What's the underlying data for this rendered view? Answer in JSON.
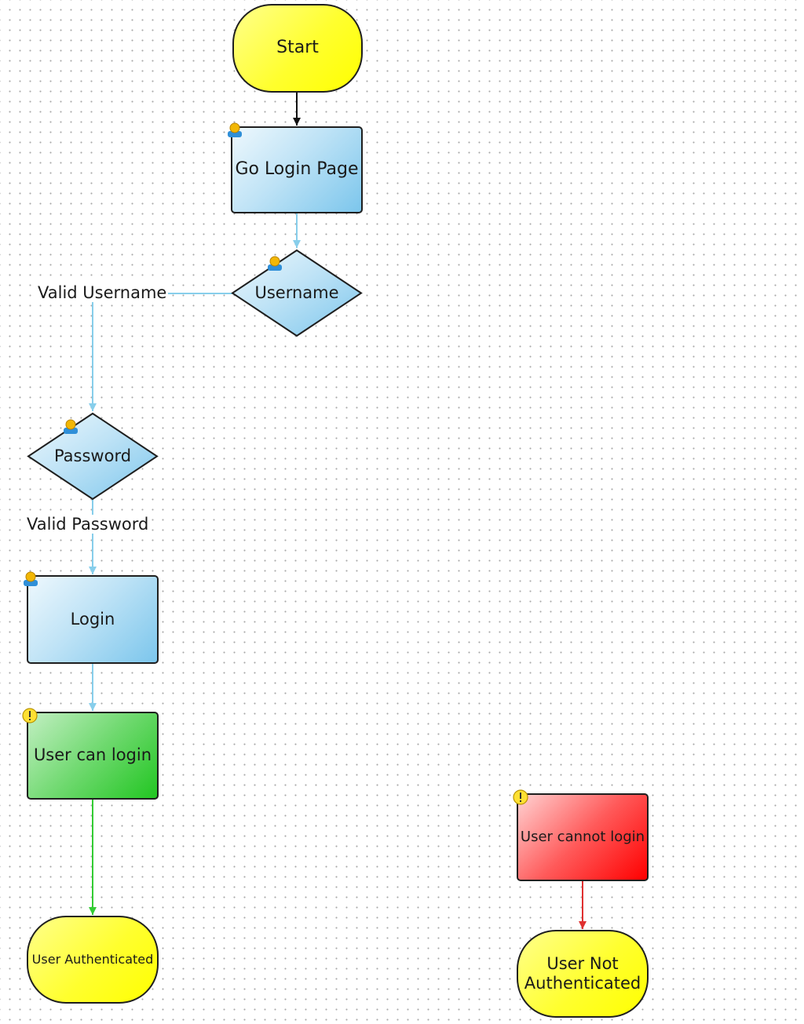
{
  "nodes": {
    "start": "Start",
    "go_login_page": "Go Login Page",
    "username": "Username",
    "password": "Password",
    "login": "Login",
    "user_can_login": "User can login",
    "user_authenticated": "User Authenticated",
    "user_cannot_login": "User cannot login",
    "user_not_authenticated": "User Not Authenticated"
  },
  "edge_labels": {
    "valid_username": "Valid Username",
    "valid_password": "Valid Password"
  },
  "icons": {
    "user": "user-icon",
    "warning": "warning-icon"
  },
  "colors": {
    "terminal": "#ffff00",
    "process": "#87ceeb",
    "success": "#22c622",
    "failure": "#ff0000",
    "connector_default": "#000000",
    "connector_flow": "#87ceeb",
    "connector_success": "#33cc33",
    "connector_failure": "#e03030"
  }
}
